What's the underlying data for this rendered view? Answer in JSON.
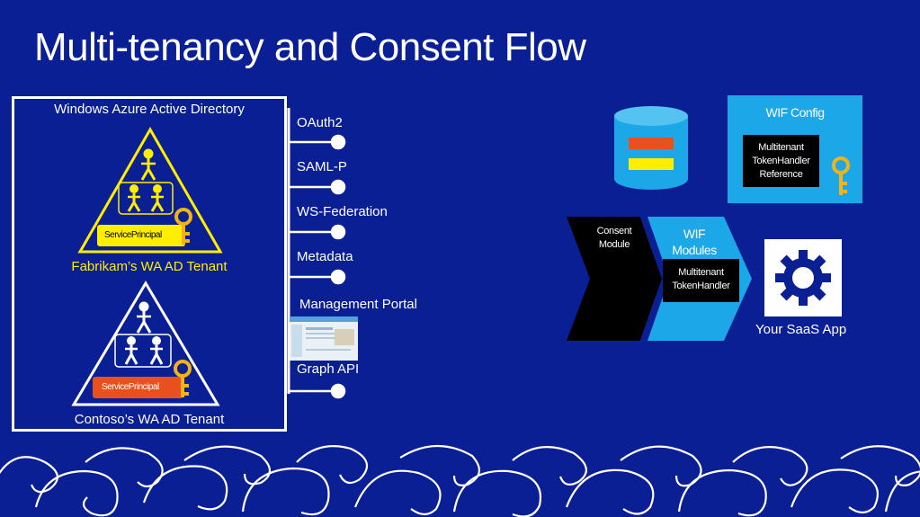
{
  "title": "Multi-tenancy and Consent Flow",
  "directory": {
    "label": "Windows Azure Active Directory",
    "tenants": [
      {
        "name": "Fabrikam’s WA AD Tenant",
        "service_principal": "ServicePrincipal",
        "color": "#ffee00",
        "sp_color": "#ffee00"
      },
      {
        "name": "Contoso’s WA AD Tenant",
        "service_principal": "ServicePrincipal",
        "color": "#ffffff",
        "sp_color": "#e8501e"
      }
    ]
  },
  "protocols": [
    "OAuth2",
    "SAML-P",
    "WS-Federation",
    "Metadata",
    "Management Portal",
    "Graph API"
  ],
  "wif_config": {
    "title": "WIF Config",
    "reference": "Multitenant TokenHandler Reference"
  },
  "pipeline": {
    "consent": "Consent Module",
    "wif_modules": "WIF Modules",
    "token_handler": "Multitenant TokenHandler"
  },
  "saas_app": "Your SaaS App",
  "colors": {
    "background": "#0b1f94",
    "accent_blue": "#1ba7e8",
    "yellow": "#ffee00",
    "orange": "#e8501e",
    "key": "#f0b31a"
  }
}
